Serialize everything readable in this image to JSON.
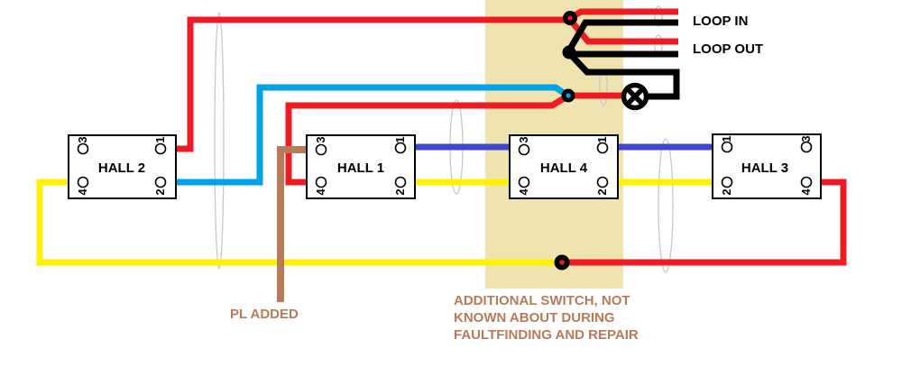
{
  "diagram": {
    "switches": [
      {
        "label": "HALL 2",
        "terminals": {
          "top_left": "3",
          "top_right": "1",
          "bottom_left": "4",
          "bottom_right": "2"
        }
      },
      {
        "label": "HALL 1",
        "terminals": {
          "top_left": "3",
          "top_right": "1",
          "bottom_left": "4",
          "bottom_right": "2"
        }
      },
      {
        "label": "HALL 4",
        "terminals": {
          "top_left": "3",
          "top_right": "1",
          "bottom_left": "4",
          "bottom_right": "2"
        }
      },
      {
        "label": "HALL 3",
        "terminals": {
          "top_left": "1",
          "top_right": "3",
          "bottom_left": "2",
          "bottom_right": "4"
        }
      }
    ],
    "labels": {
      "loop_in": "LOOP IN",
      "loop_out": "LOOP OUT",
      "pl_added": "PL ADDED",
      "note_line1": "ADDITIONAL SWITCH, NOT",
      "note_line2": "KNOWN ABOUT DURING",
      "note_line3": "FAULTFINDING AND REPAIR"
    },
    "colors": {
      "red": "#ED1C24",
      "yellow": "#FFF200",
      "light_blue": "#00A2E8",
      "dark_blue": "#3F48CC",
      "brown": "#B97A57",
      "black": "#000000",
      "tan_highlight": "#EFE4B0",
      "cable_gray": "#C8C8C8"
    }
  }
}
